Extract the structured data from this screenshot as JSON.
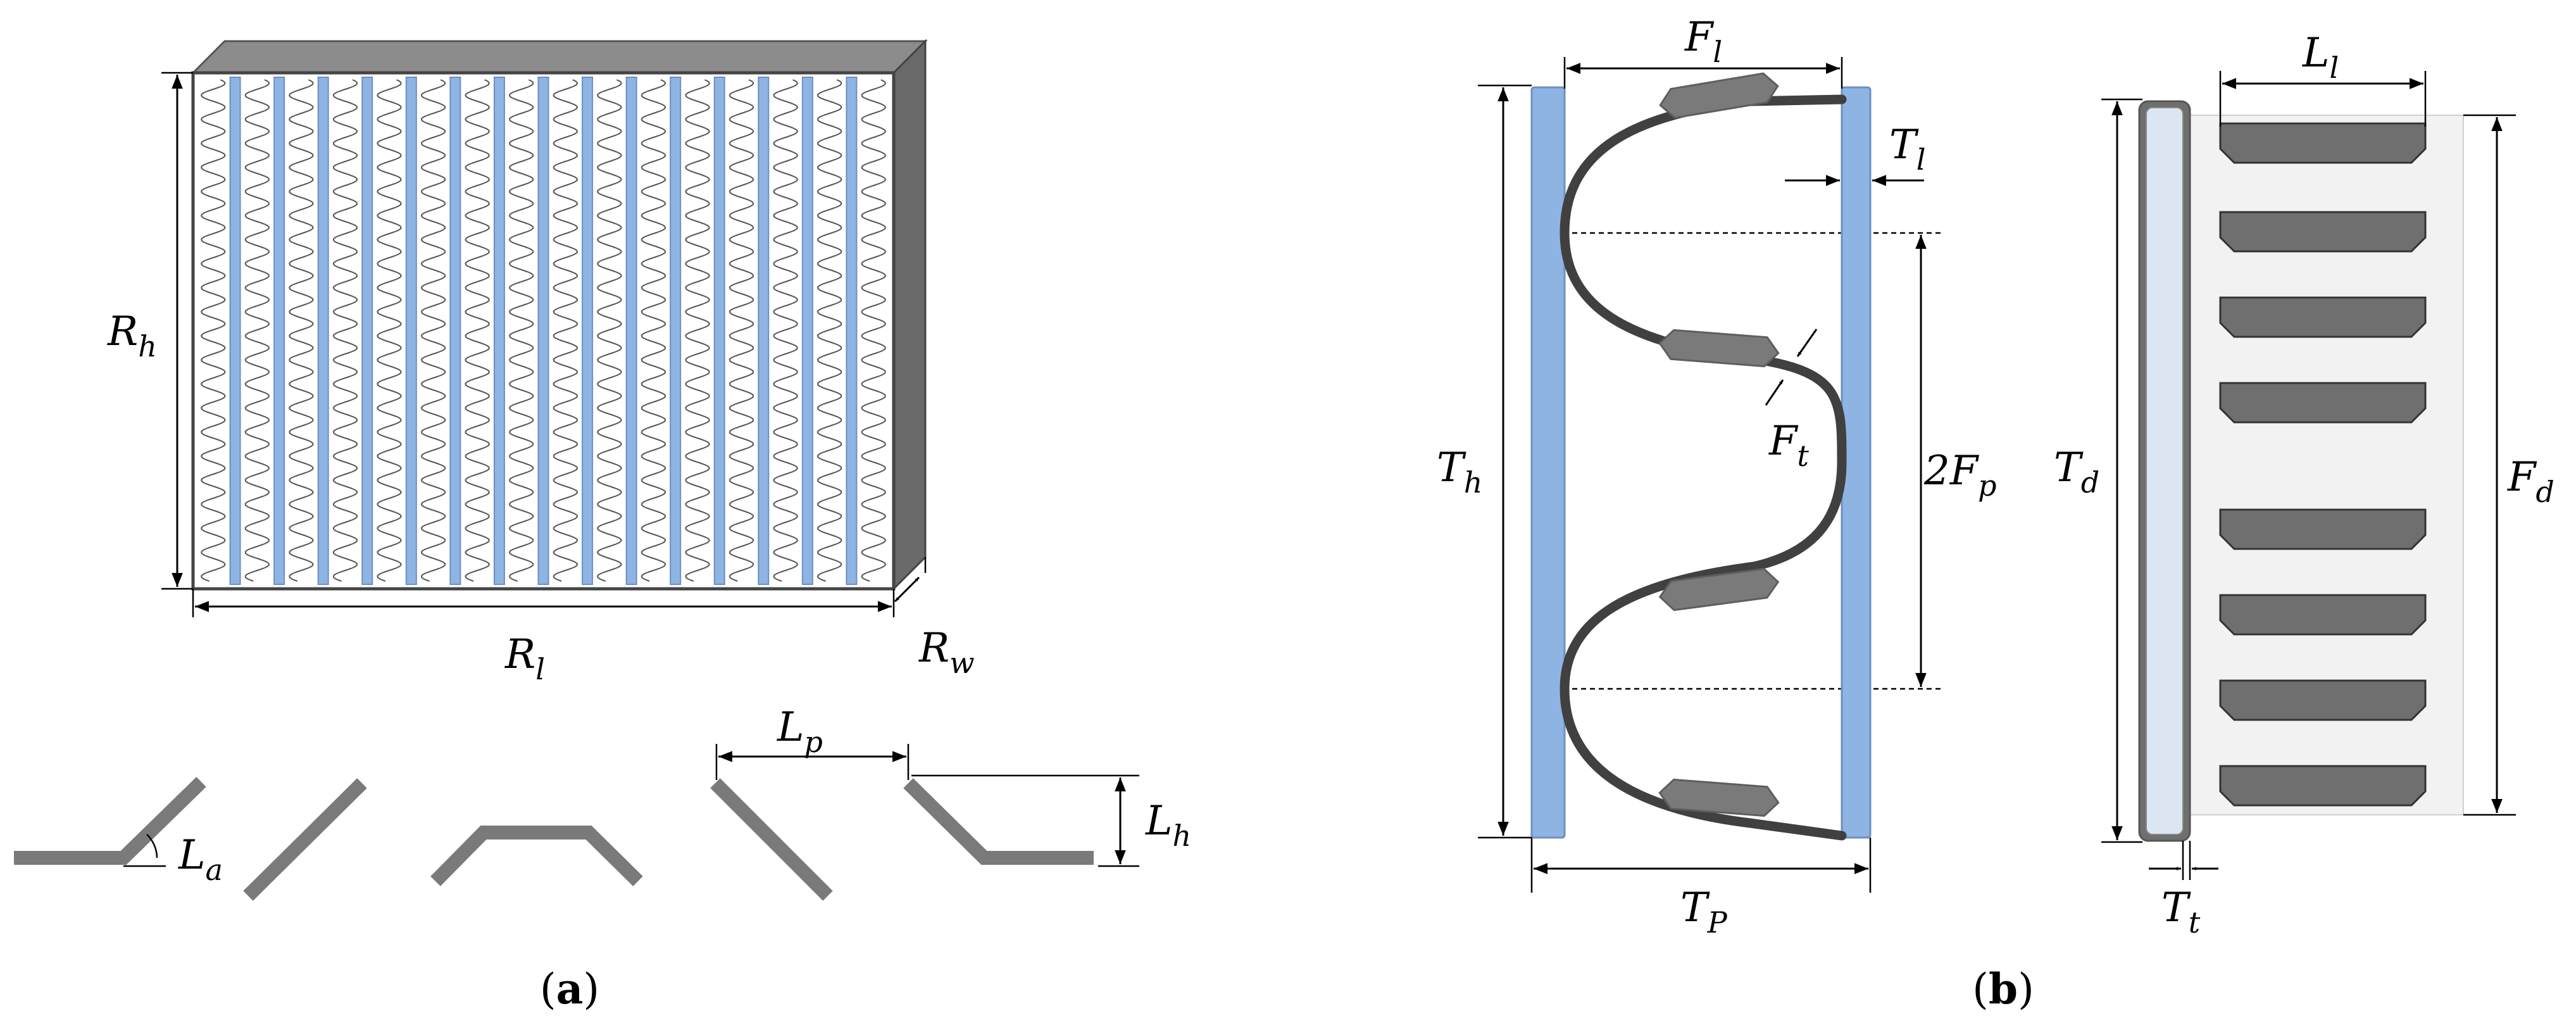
{
  "panel_a": {
    "caption": "a",
    "labels": {
      "rh": {
        "main": "R",
        "sub": "h"
      },
      "rl": {
        "main": "R",
        "sub": "l"
      },
      "rw": {
        "main": "R",
        "sub": "w"
      },
      "la": {
        "main": "L",
        "sub": "a"
      },
      "lp": {
        "main": "L",
        "sub": "p"
      },
      "lh": {
        "main": "L",
        "sub": "h"
      }
    }
  },
  "panel_b": {
    "caption": "b",
    "labels": {
      "fl": {
        "main": "F",
        "sub": "l"
      },
      "tl": {
        "main": "T",
        "sub": "l"
      },
      "th": {
        "main": "T",
        "sub": "h"
      },
      "ft": {
        "main": "F",
        "sub": "t"
      },
      "fp": {
        "main": "2F",
        "sub": "p"
      },
      "tp": {
        "main": "T",
        "sub": "P"
      },
      "ll": {
        "main": "L",
        "sub": "l"
      },
      "td": {
        "main": "T",
        "sub": "d"
      },
      "fd": {
        "main": "F",
        "sub": "d"
      },
      "tt": {
        "main": "T",
        "sub": "t"
      }
    }
  },
  "colors": {
    "tube_blue": "#8eb4e3",
    "tube_light": "#dce6f2",
    "fin_dark": "#404040",
    "louver_gray": "#7a7a7a",
    "louver_fill": "#6f6f6f",
    "side_gray": "#6a6a6a",
    "top_gray": "#8c8c8c",
    "fin_panel": "#f2f2f2"
  }
}
